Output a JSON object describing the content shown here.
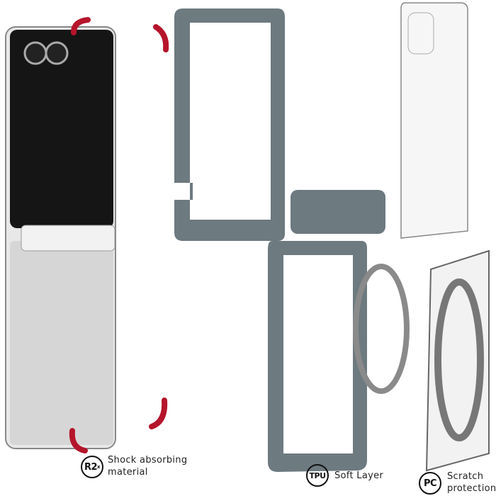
{
  "features": [
    {
      "badge": "R2",
      "badge_sup": "x",
      "line1": "Shock absorbing",
      "line2": "material"
    },
    {
      "badge": "TPU",
      "line1": "Soft Layer"
    },
    {
      "badge": "PC",
      "line1": "Scratch",
      "line2": "protection"
    }
  ],
  "colors": {
    "bumper_red": "#b5152b",
    "tpu_gray": "#6d7a80",
    "phone_black": "#151515",
    "phone_silver": "#d8d8d8"
  }
}
